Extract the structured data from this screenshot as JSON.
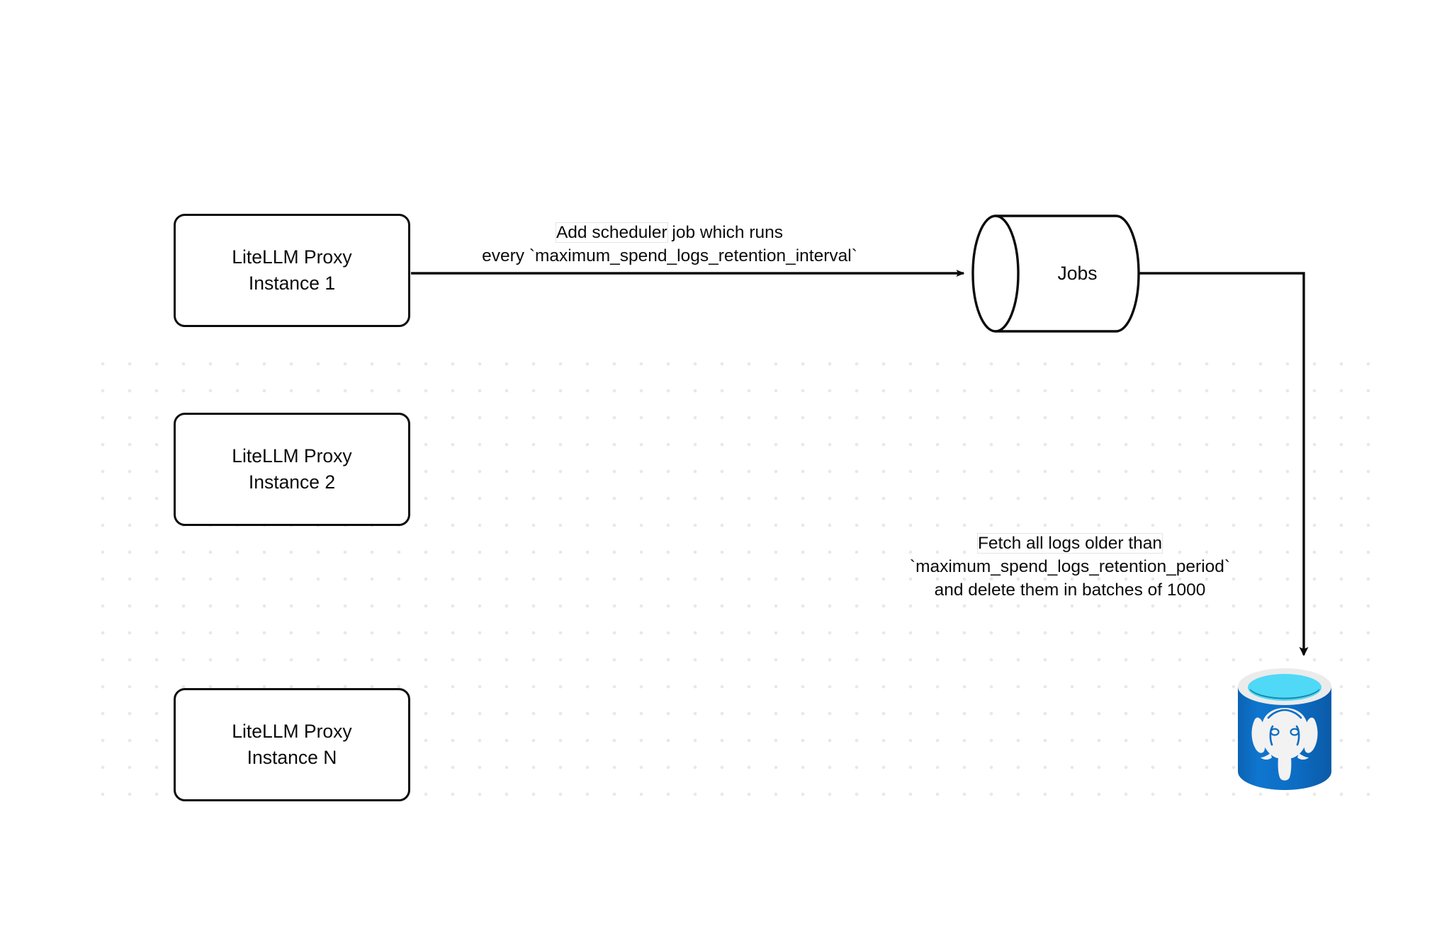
{
  "diagram": {
    "title": "LiteLLM spend logs retention scheduler flow",
    "background": "#ffffff",
    "grid_dot_color": "#e8e8ea",
    "stroke_color": "#0b0b0b"
  },
  "nodes": {
    "proxy_instances": [
      {
        "id": "proxy-1",
        "line1": "LiteLLM Proxy",
        "line2": "Instance 1"
      },
      {
        "id": "proxy-2",
        "line1": "LiteLLM Proxy",
        "line2": "Instance 2"
      },
      {
        "id": "proxy-n",
        "line1": "LiteLLM Proxy",
        "line2": "Instance N"
      }
    ],
    "jobs": {
      "label": "Jobs",
      "shape": "cylinder-horizontal"
    },
    "database": {
      "label": "",
      "icon": "postgresql-logo",
      "shape": "cylinder",
      "body_color": "#0C6EC4",
      "rim_color": "#ebebeb",
      "top_color": "#4fd9f7",
      "elephant_color": "#f2f2f2"
    }
  },
  "edges": {
    "scheduler": {
      "line1": "Add scheduler job which runs",
      "line1_highlight": "Add scheduler",
      "line1_rest": " job which runs",
      "line2": "every `maximum_spend_logs_retention_interval`",
      "from": "proxy-1",
      "to": "jobs",
      "arrowhead": "filled-triangle"
    },
    "fetch": {
      "line1_highlight": "Fetch all logs older than",
      "line2": "`maximum_spend_logs_retention_period`",
      "line3": "and delete them in batches of 1000",
      "from": "jobs",
      "to": "database",
      "arrowhead": "filled-triangle"
    }
  }
}
